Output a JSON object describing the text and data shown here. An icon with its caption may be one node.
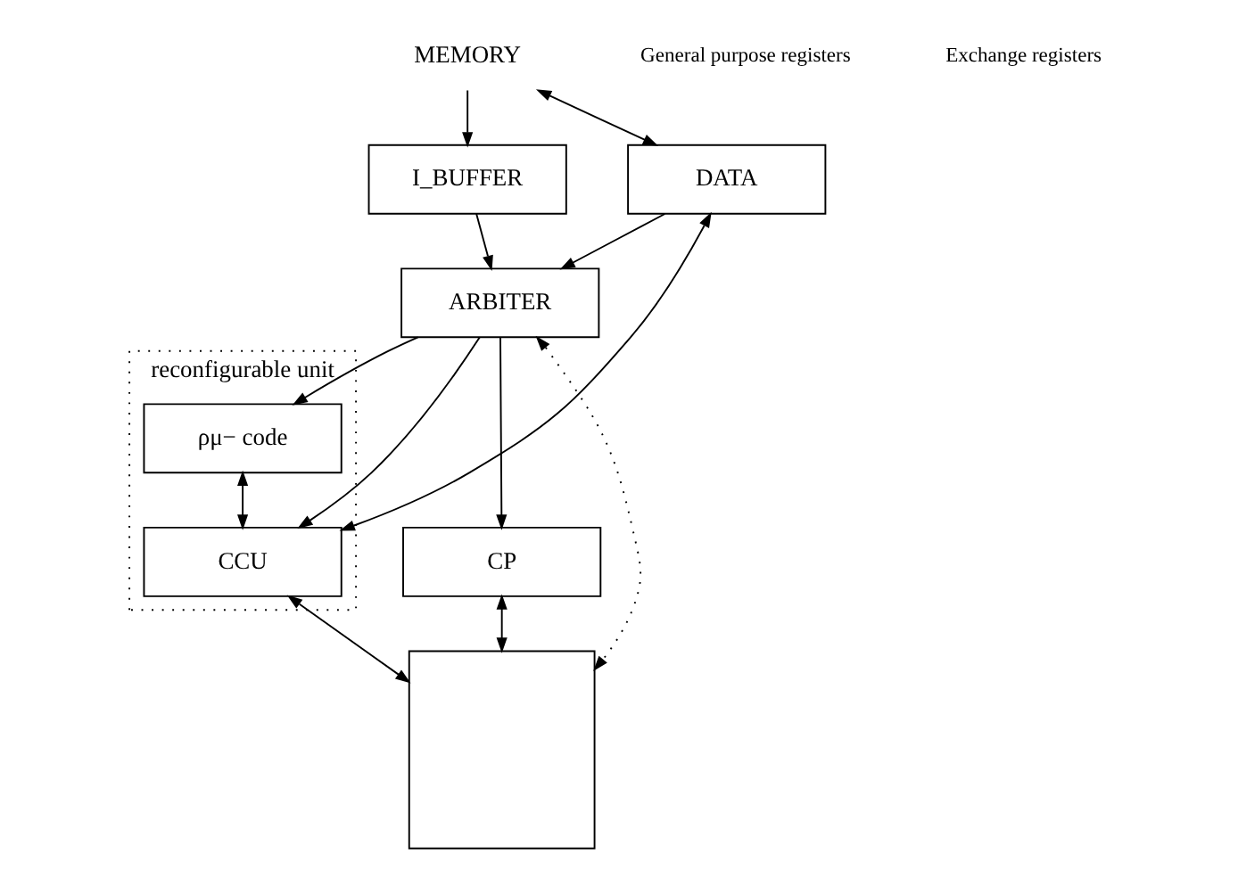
{
  "diagram": {
    "nodes": [
      {
        "text": [
          "MEMORY"
        ]
      },
      {
        "text": [
          "I_BUFFER"
        ]
      },
      {
        "text": [
          "CP"
        ]
      },
      {
        "text": [
          "ARBITER"
        ]
      },
      {
        "text": [
          "DATA"
        ]
      },
      {
        "text": [
          "reconfigurable unit"
        ]
      },
      {
        "text": [
          "ρμ− code"
        ],
        "in": 5
      },
      {
        "text": [
          "CCU"
        ],
        "in": 5
      },
      {
        "text": [],
        "shape": "box"
      }
    ],
    "edges": [
      {
        "from": 0,
        "to": 1,
        "arrow": "to"
      },
      {
        "from": 4,
        "to": 0,
        "arrow": "both"
      },
      {
        "from": 1,
        "to": 3,
        "arrow": "to"
      },
      {
        "from": 3,
        "to": 2,
        "arrow": "to"
      },
      {
        "from": 4,
        "to": 3,
        "arrow": "to"
      },
      {
        "from": 3,
        "to": 6,
        "arrow": "to"
      },
      {
        "from": 3,
        "to": 7,
        "arrow": "to"
      },
      {
        "from": 7,
        "to": 4,
        "arrow": "both"
      },
      {
        "from": 6,
        "to": 7,
        "arrow": "both"
      },
      {
        "from": 2,
        "to": 8,
        "arrow": "both"
      },
      {
        "from": 3,
        "to": 8,
        "arrow": "both",
        "style": "dashed"
      },
      {
        "from": 7,
        "to": 8,
        "arrow": "both"
      }
    ],
    "labels": [
      "General purpose registers",
      "Exchange registers"
    ]
  }
}
